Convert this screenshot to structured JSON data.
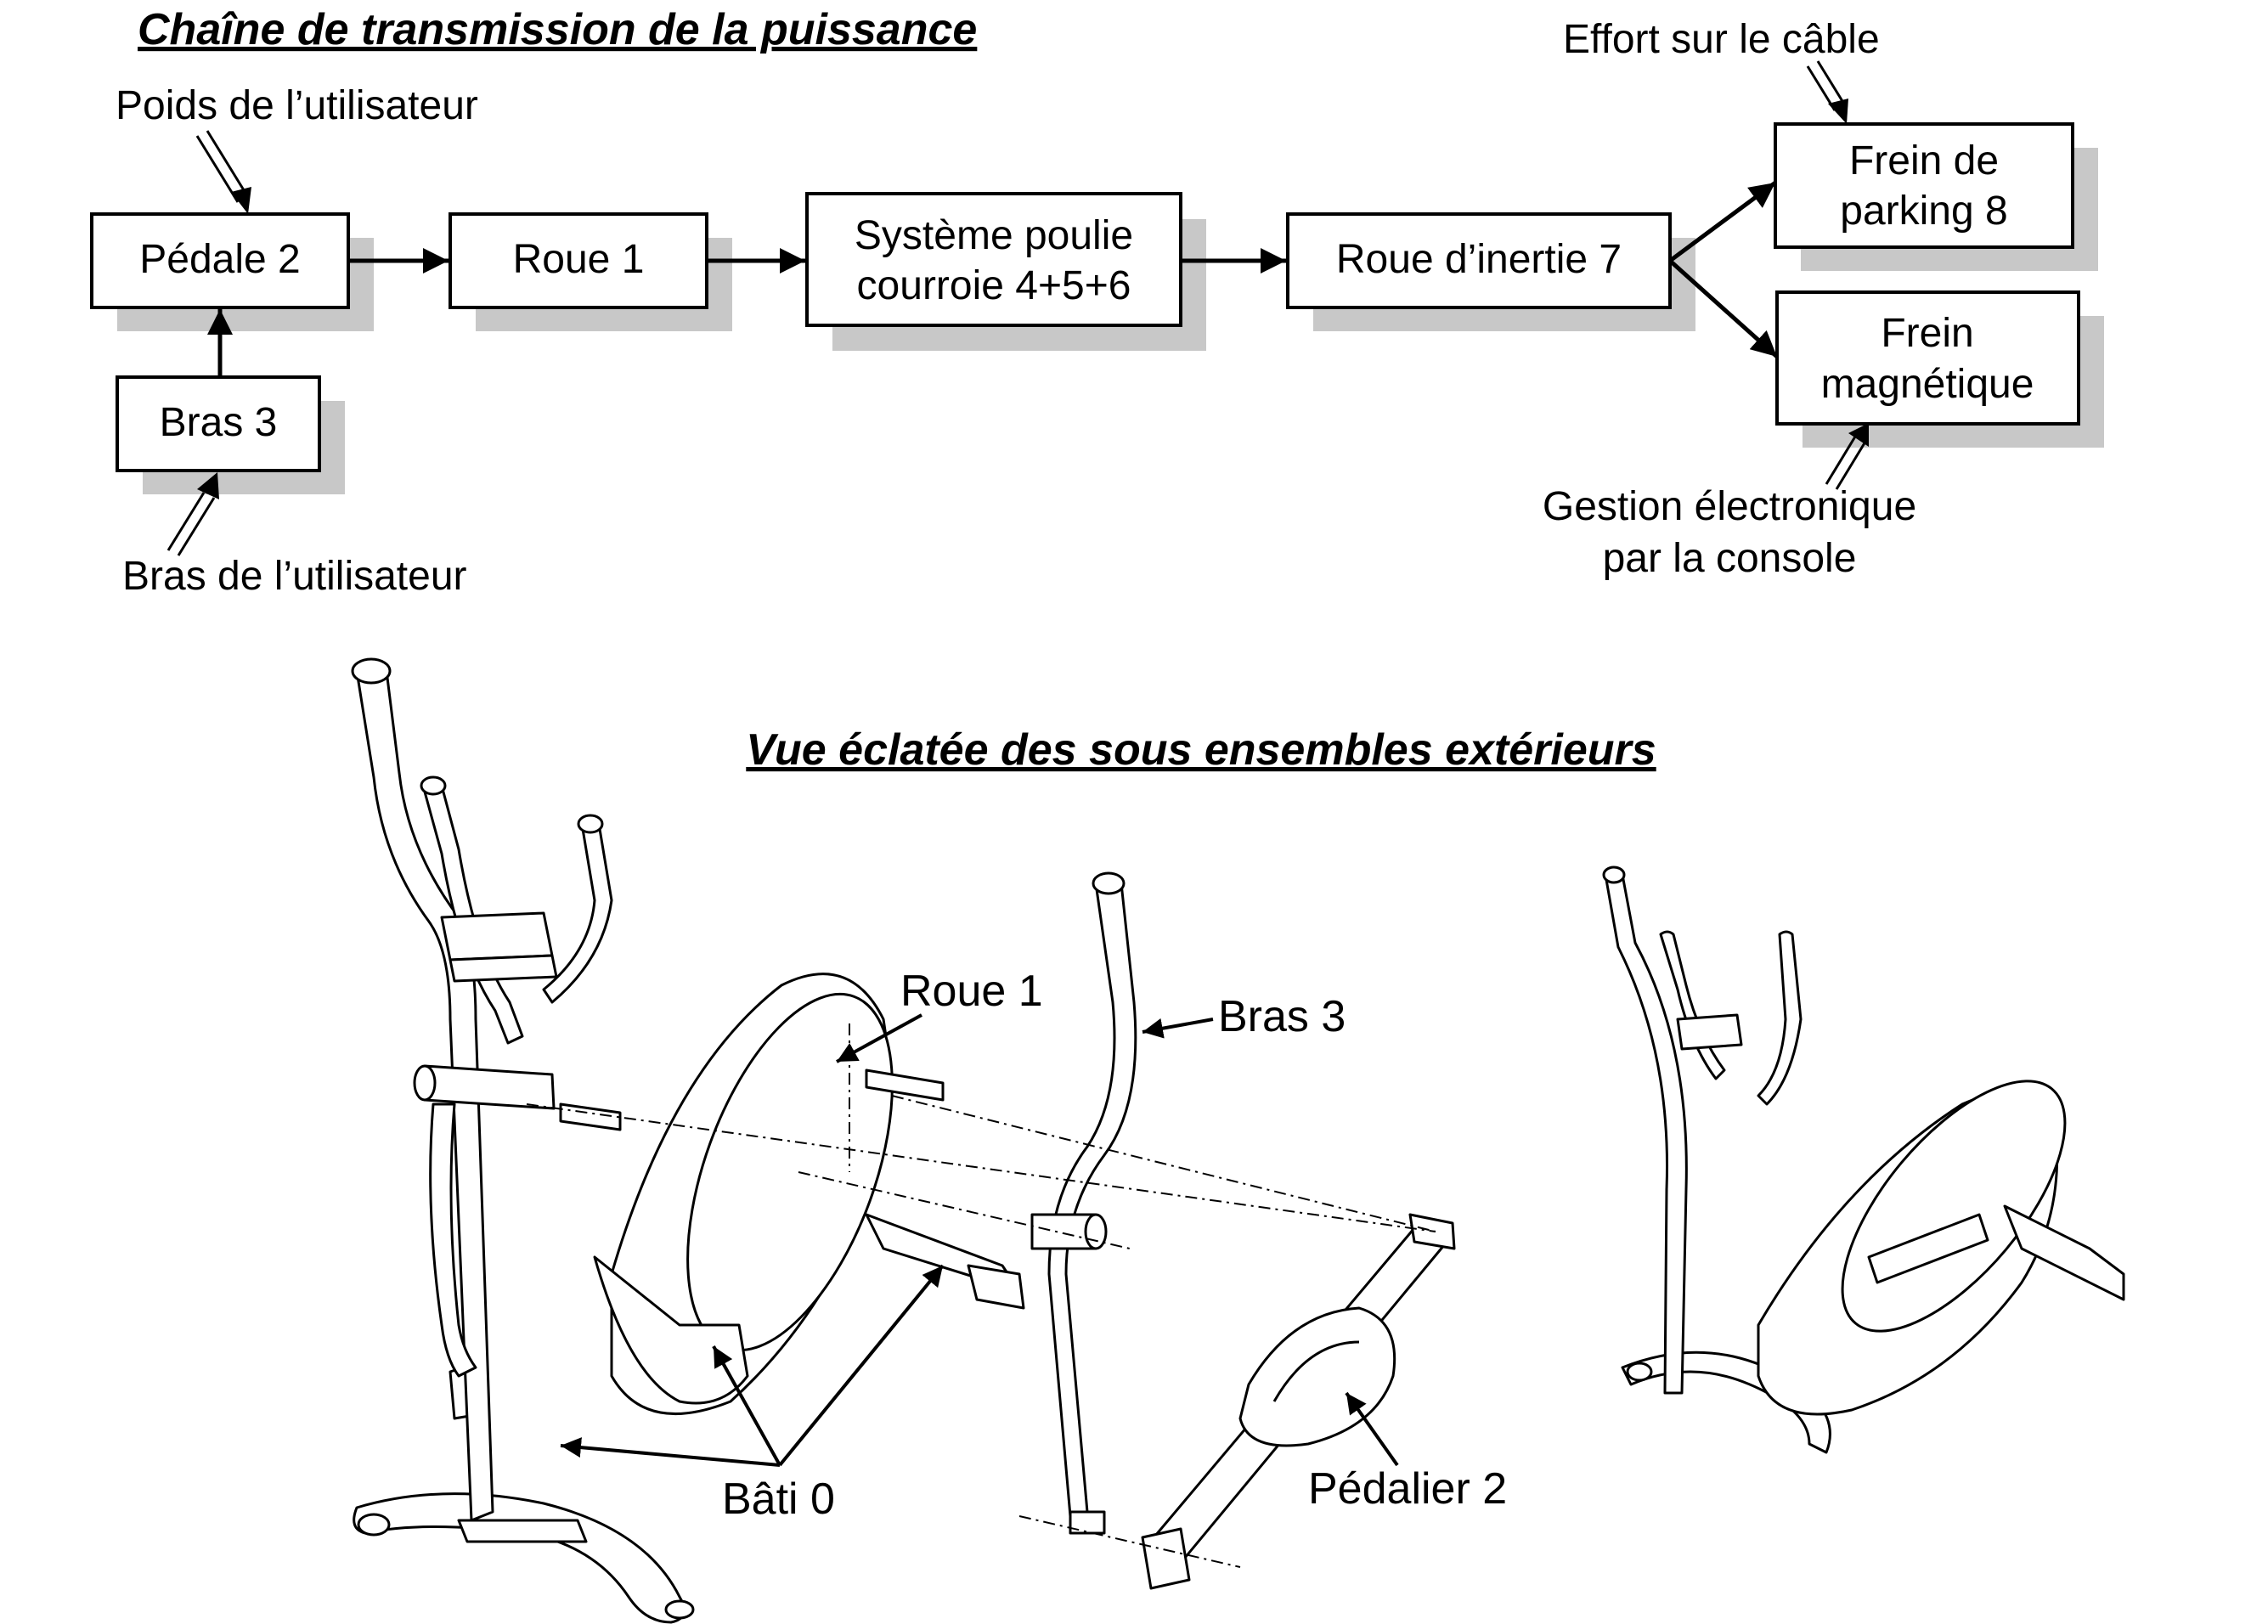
{
  "titles": {
    "chain": "Chaîne de transmission de la puissance",
    "exploded": "Vue éclatée des sous ensembles extérieurs"
  },
  "boxes": {
    "pedale": [
      "Pédale 2"
    ],
    "bras": [
      "Bras 3"
    ],
    "roue1": [
      "Roue 1"
    ],
    "poulie": [
      "Système poulie",
      "courroie 4+5+6"
    ],
    "inertie": [
      "Roue d’inertie 7"
    ],
    "frein_parking": [
      "Frein de",
      "parking 8"
    ],
    "frein_magnetique": [
      "Frein",
      "magnétique"
    ]
  },
  "inputs": {
    "poids": "Poids de l’utilisateur",
    "bras_utilisateur": "Bras de l’utilisateur",
    "effort_cable": "Effort sur le câble",
    "gestion": [
      "Gestion électronique",
      "par la console"
    ]
  },
  "callouts": {
    "roue1": "Roue 1",
    "bras3": "Bras 3",
    "bati": "Bâti 0",
    "pedalier": "Pédalier 2"
  }
}
